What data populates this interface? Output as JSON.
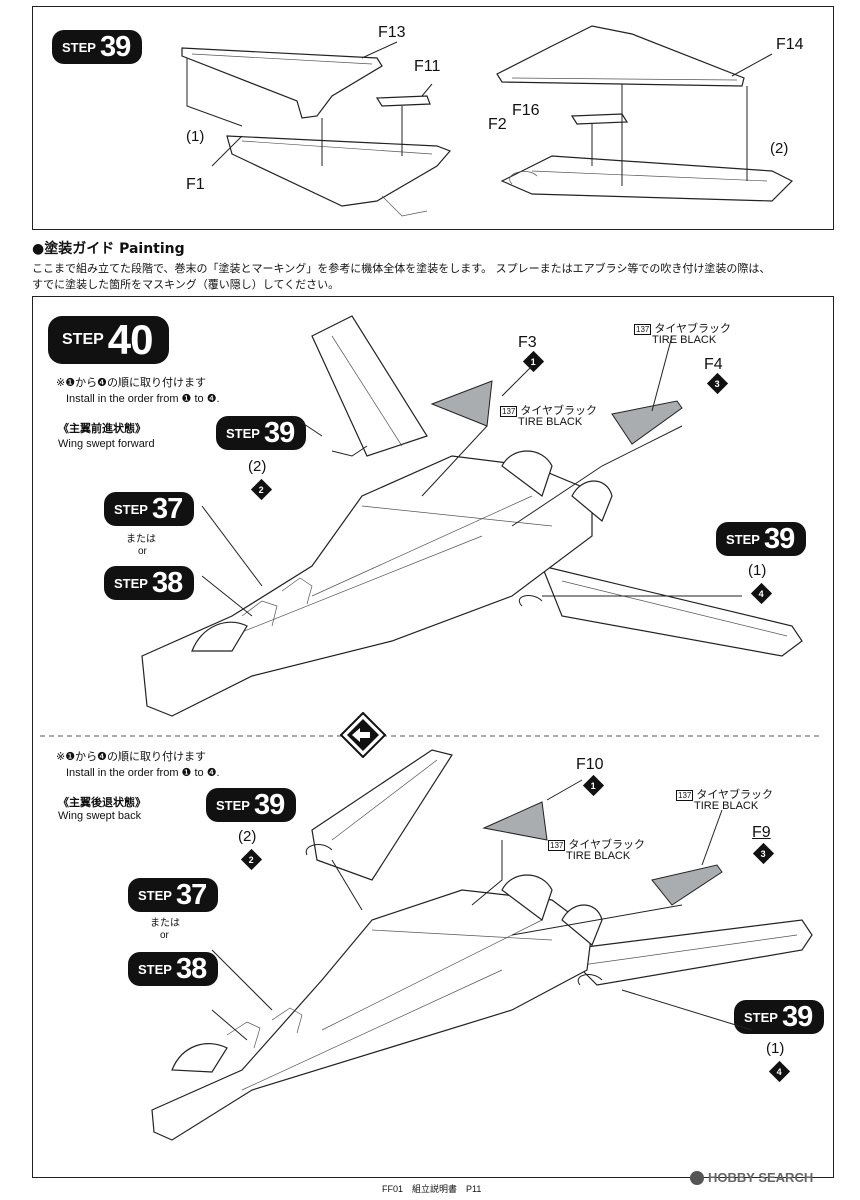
{
  "step39": {
    "step_word": "STEP",
    "step_num": "39",
    "parts": {
      "f13": "F13",
      "f11": "F11",
      "f1": "F1",
      "f14": "F14",
      "f16": "F16",
      "f2": "F2"
    },
    "left_label": "(1)",
    "right_label": "(2)"
  },
  "painting": {
    "title": "●塗装ガイド Painting",
    "line1": "ここまで組み立てた段階で、巻末の「塗装とマーキング」を参考に機体全体を塗装をします。 スプレーまたはエアブラシ等での吹き付け塗装の際は、",
    "line2": "すでに塗装した箇所をマスキング（覆い隠し）してください。"
  },
  "step40": {
    "step_word": "STEP",
    "step_num": "40",
    "note_ja": "※❶から❹の順に取り付けます",
    "note_en": "Install in the order from ❶ to ❹.",
    "mode_ja": "《主翼前進状態》",
    "mode_en": "Wing swept forward",
    "ref_step39": "39",
    "ref_step37": "37",
    "ref_step38": "38",
    "or_ja": "または",
    "or_en": "or",
    "part_f3": "F3",
    "part_f4": "F4",
    "paint_num": "137",
    "paint_ja": "タイヤブラック",
    "paint_en": "TIRE BLACK",
    "label_2": "(2)",
    "label_1": "(1)",
    "order": {
      "one": "1",
      "two": "2",
      "three": "3",
      "four": "4"
    }
  },
  "step40b": {
    "note_ja": "※❶から❹の順に取り付けます",
    "note_en": "Install in the order from ❶ to ❹.",
    "mode_ja": "《主翼後退状態》",
    "mode_en": "Wing swept back",
    "part_f10": "F10",
    "part_f9": "F9",
    "label_2": "(2)",
    "label_1": "(1)"
  },
  "footer": {
    "text": "FF01　組立説明書　P11",
    "watermark": "HOBBY SEARCH"
  },
  "colors": {
    "ink": "#111111",
    "part_gray": "#a9adaf"
  }
}
